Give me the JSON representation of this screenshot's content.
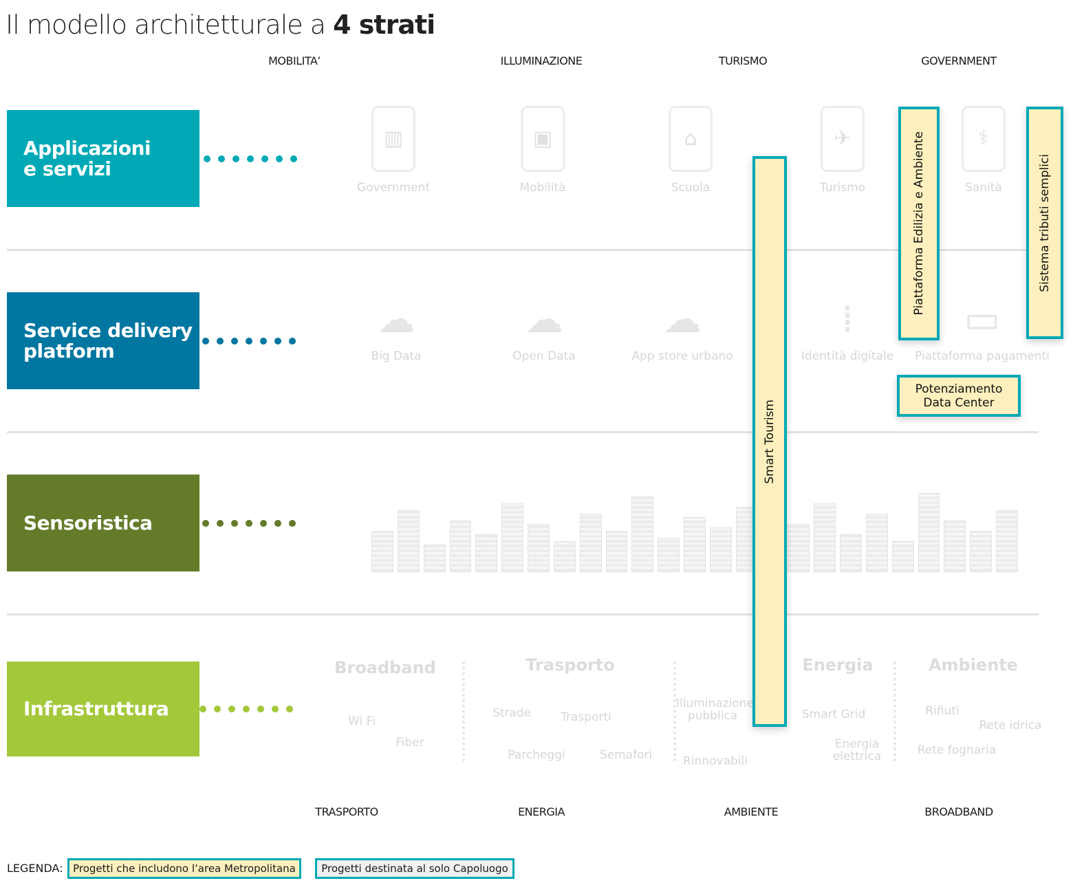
{
  "title": {
    "prefix": "Il modello architetturale a ",
    "bold": "4 strati"
  },
  "top_headers": [
    "MOBILITA’",
    "ILLUMINAZIONE",
    "TURISMO",
    "GOVERNMENT"
  ],
  "bottom_headers": [
    "TRASPORTO",
    "ENERGIA",
    "AMBIENTE",
    "BROADBAND"
  ],
  "layers": [
    {
      "label": "Applicazioni\ne servizi",
      "color": "#00a9b5"
    },
    {
      "label": "Service delivery\nplatform",
      "color": "#0076a0"
    },
    {
      "label": "Sensoristica",
      "color": "#647c2a"
    },
    {
      "label": "Infrastruttura",
      "color": "#a3c83a"
    }
  ],
  "apps": [
    "Government",
    "Mobilità",
    "Scuola",
    "Turismo",
    "Sanità"
  ],
  "platform": [
    "Big Data",
    "Open Data",
    "App store urbano",
    "Identità digitale",
    "Piattaforma pagamenti"
  ],
  "infra": {
    "broadband": {
      "title": "Broadband",
      "items": [
        "Wi Fi",
        "Fiber"
      ]
    },
    "trasporto": {
      "title": "Trasporto",
      "items": [
        "Strade",
        "Trasporti",
        "Parcheggi",
        "Semafori"
      ]
    },
    "energia": {
      "title": "Energia",
      "items": [
        "Illuminazione pubblica",
        "Smart Grid",
        "Rinnovabili",
        "Energia elettrica"
      ]
    },
    "ambiente": {
      "title": "Ambiente",
      "items": [
        "Rifiuti",
        "Rete idrica",
        "Rete fognaria"
      ]
    }
  },
  "projects": [
    "Smart Tourism",
    "Piattaforma Edilizia e Ambiente",
    "Sistema tributi semplici",
    "Potenziamento Data Center"
  ],
  "legend": {
    "label": "LEGENDA:",
    "metro": "Progetti che includono l’area Metropolitana",
    "capoluogo": "Progetti destinata al solo Capoluogo"
  },
  "colors": {
    "highlight_fill": "#fdf0be",
    "highlight_border": "#00a9b5"
  }
}
